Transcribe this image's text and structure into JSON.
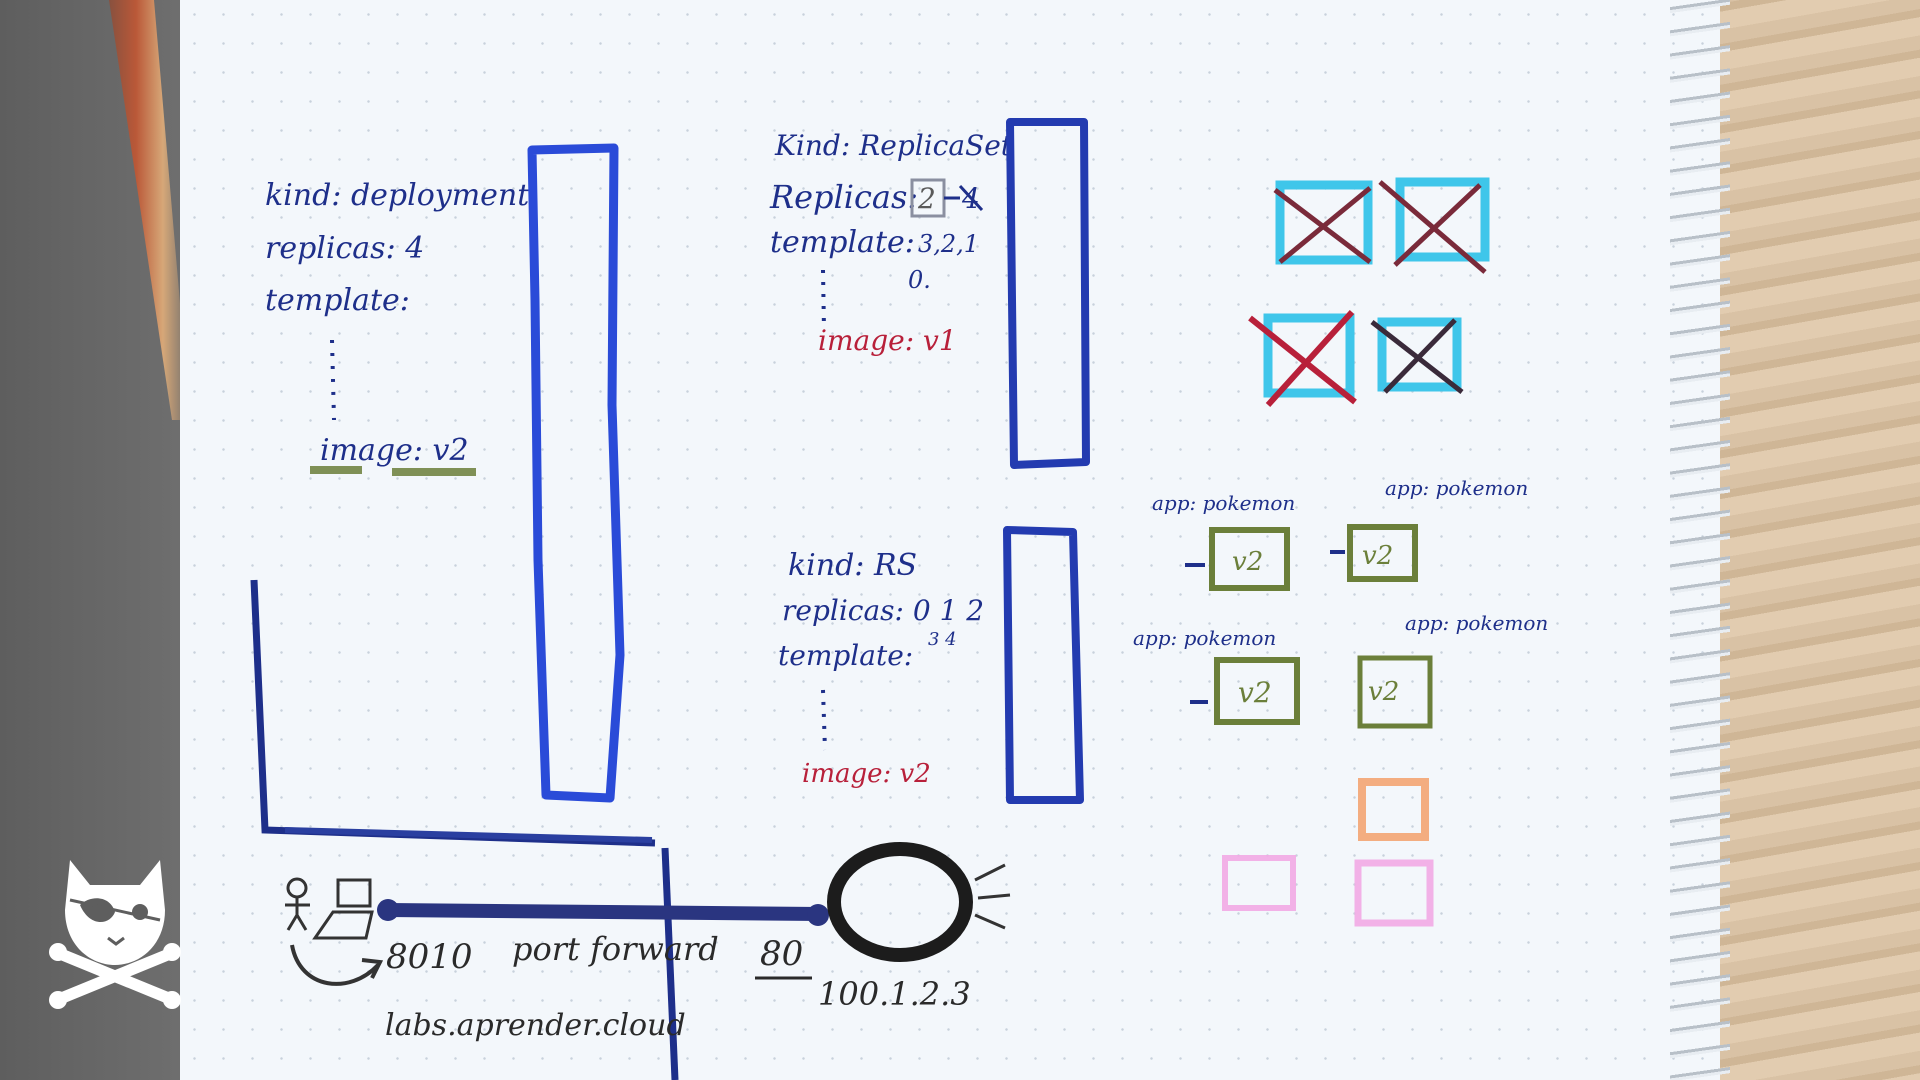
{
  "deployment": {
    "kind": "kind: deployment",
    "replicas": "replicas: 4",
    "template": "template:",
    "image": "image: v2"
  },
  "replicaset_1": {
    "kind": "Kind: ReplicaSet",
    "replicas_label": "Replicas:",
    "replicas_value": "2",
    "replicas_struck": "4",
    "template": "template:",
    "countdown_a": "3,2,1",
    "countdown_b": "0.",
    "image": "image: v1"
  },
  "replicaset_2": {
    "kind": "kind: RS",
    "replicas": "replicas: 0 1 2",
    "replicas_extra": "3 4",
    "template": "template:",
    "image": "image: v2"
  },
  "pods": {
    "labels": [
      "app: pokemon",
      "app: pokemon",
      "app: pokemon",
      "app: pokemon"
    ],
    "versions": [
      "v2",
      "v2",
      "v2",
      "v2"
    ]
  },
  "network": {
    "local_port": "8010",
    "action": "port forward",
    "remote_port": "80",
    "ip": "100.1.2.3",
    "host": "labs.aprender.cloud"
  },
  "colors": {
    "ink_blue": "#1e2f8a",
    "marker_blue": "#2a4bd8",
    "ink_red": "#b8203a",
    "marker_green": "#6b7f3a",
    "cyan": "#3fc6ea",
    "orange": "#f29a62",
    "pink": "#f2a9e4"
  },
  "icons": [
    "pirate-cat-logo-icon",
    "person-icon",
    "laptop-icon"
  ]
}
